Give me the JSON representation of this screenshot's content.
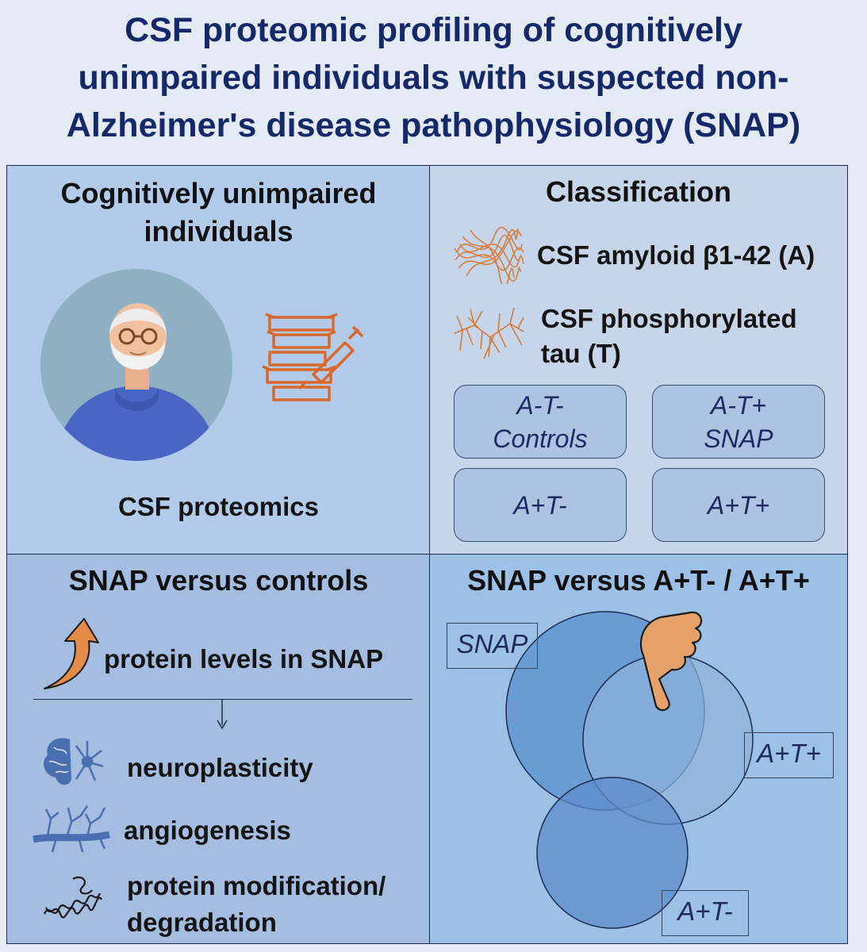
{
  "title": {
    "line1": "CSF proteomic profiling of cognitively",
    "line2": "unimpaired individuals with suspected non-",
    "line3": "Alzheimer's disease pathophysiology (SNAP)"
  },
  "panel_tl": {
    "heading_line1": "Cognitively unimpaired",
    "heading_line2": "individuals",
    "caption": "CSF proteomics",
    "icons": [
      "elderly-man-avatar",
      "spine-syringe-icon"
    ]
  },
  "panel_tr": {
    "heading": "Classification",
    "marker_a": "CSF amyloid β1-42 (A)",
    "marker_t_line1": "CSF phosphorylated",
    "marker_t_line2": "tau (T)",
    "groups": [
      {
        "line1": "A-T-",
        "line2": "Controls"
      },
      {
        "line1": "A-T+",
        "line2": "SNAP"
      },
      {
        "line1": "A+T-",
        "line2": ""
      },
      {
        "line1": "A+T+",
        "line2": ""
      }
    ]
  },
  "panel_bl": {
    "heading": "SNAP versus controls",
    "increase_text": "protein levels in SNAP",
    "items": [
      {
        "icon": "brain-neuron-icon",
        "label": "neuroplasticity"
      },
      {
        "icon": "blood-vessel-icon",
        "label": "angiogenesis"
      },
      {
        "icon": "protein-helix-icon",
        "label_line1": "protein modification/",
        "label_line2": "degradation"
      }
    ]
  },
  "panel_br": {
    "heading": "SNAP versus A+T- / A+T+",
    "venn_labels": {
      "snap": "SNAP",
      "atp": "A+T+",
      "atm": "A+T-"
    }
  },
  "colors": {
    "title": "#14286a",
    "accent_orange": "#e07a35",
    "panel_tl": "#b3cbeb",
    "panel_tr": "#c6d5ea",
    "panel_bl": "#a5bde0",
    "panel_br": "#9dc0e6",
    "icon_blue": "#4a6fb0"
  }
}
